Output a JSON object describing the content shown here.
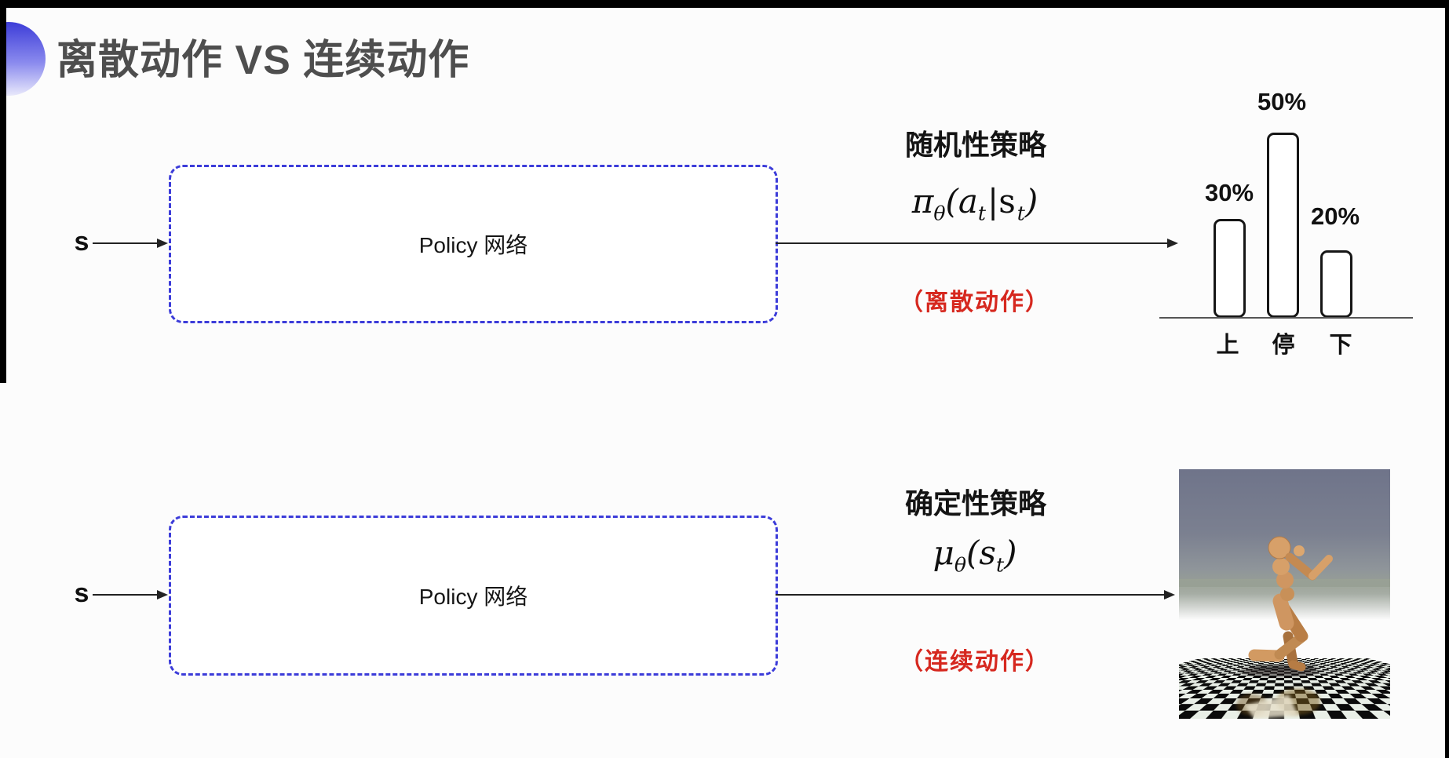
{
  "slide": {
    "title": "离散动作 VS 连续动作"
  },
  "colors": {
    "accent_blue": "#3c3cd9",
    "annotation_red": "#d6281f",
    "title_gray": "#4e4e4e",
    "line_dark": "#222222"
  },
  "row_stochastic": {
    "input": "s",
    "box_label": "Policy 网络",
    "policy_label": "随机性策略",
    "formula": {
      "base": "π",
      "sub": "θ",
      "arg_open": "(a",
      "arg_sub": "t",
      "mid": "|s",
      "mid_sub": "t",
      "close": ")"
    },
    "note": "（离散动作）"
  },
  "row_deterministic": {
    "input": "s",
    "box_label": "Policy 网络",
    "policy_label": "确定性策略",
    "formula": {
      "base": "μ",
      "sub": "θ",
      "arg_open": "(s",
      "arg_sub": "t",
      "close": ")"
    },
    "note": "（连续动作）"
  },
  "chart_data": {
    "type": "bar",
    "categories": [
      "上",
      "停",
      "下"
    ],
    "values": [
      30,
      50,
      20
    ],
    "labels": [
      "30%",
      "50%",
      "20%"
    ],
    "title": "",
    "xlabel": "",
    "ylabel": "",
    "ylim": [
      0,
      55
    ],
    "grid": false,
    "legend": false,
    "bar_style": "white fill, black rounded outline"
  },
  "robot_image": {
    "icon": "humanoid-simulation"
  }
}
